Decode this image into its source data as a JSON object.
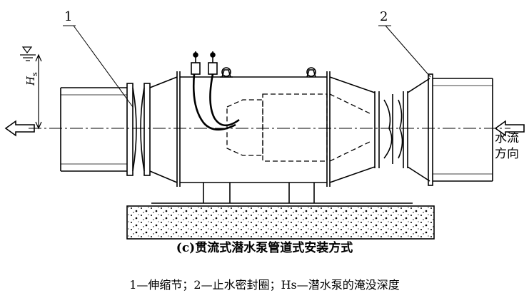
{
  "diagram": {
    "caption": "(c)贯流式潜水泵管道式安装方式",
    "legend": "1—伸缩节；2—止水密封圈；Hs—潜水泵的淹没深度",
    "callouts": [
      "1",
      "2"
    ],
    "flow_direction_label_line1": "水流",
    "flow_direction_label_line2": "方向",
    "depth_symbol": "H",
    "depth_subscript": "s"
  },
  "colors": {
    "ink": "#000000",
    "paper": "#ffffff"
  }
}
